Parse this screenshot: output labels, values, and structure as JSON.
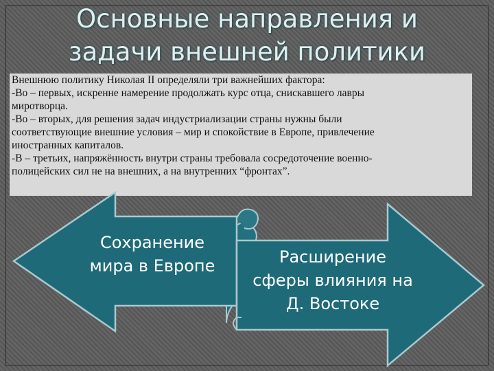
{
  "title": {
    "line1": "Основные направления  и",
    "line2": "задачи внешней политики"
  },
  "text_lines": [
    "Внешнюю политику Николая II определяли три важнейших фактора:",
    "-Во – первых, искренне намерение продолжать курс отца, снискавшего лавры",
    "миротворца.",
    "-Во – вторых, для решения задач индустриализации страны нужны были",
    "соответствующие внешние условия – мир и спокойствие в Европе, привлечение",
    "иностранных капиталов.",
    "-В – третьих, напряжённость внутри страны требовала сосредоточение военно-",
    "полицейских сил не на внешних, а на внутренних “фронтах”."
  ],
  "left_arrow": {
    "line1": "Сохранение",
    "line2": "мира в Европе"
  },
  "right_arrow": {
    "line1": "Расширение",
    "line2": "сферы влияния на",
    "line3": "Д. Востоке"
  },
  "colors": {
    "arrow_fill": "#1e6a78",
    "arrow_stroke": "#a9c9cf",
    "scroll_fill": "#23707e",
    "text_box_bg": "#d9d9d9",
    "background": "#5f5f5f"
  }
}
